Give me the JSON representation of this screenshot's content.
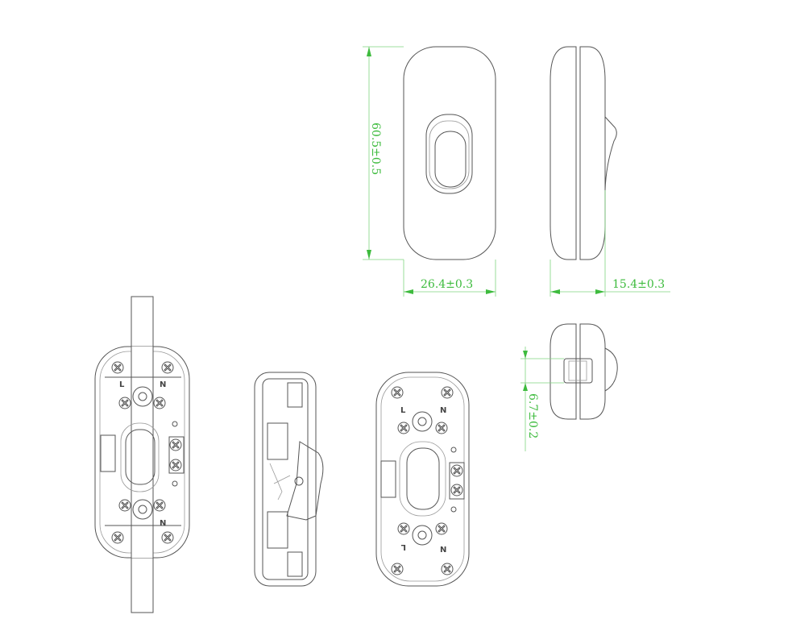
{
  "dimensions": {
    "height": "60.5±0.5",
    "width": "26.4±0.3",
    "depth": "15.4±0.3",
    "toggle": "6.7±0.2"
  },
  "terminal_labels": {
    "left_top_l": "L",
    "left_top_n": "N",
    "left_bottom_n": "N",
    "right_top_l": "L",
    "right_top_n": "N",
    "right_bottom_l": "L",
    "right_bottom_n": "N"
  },
  "colors": {
    "dimension": "#3dbb3d",
    "outline": "#555555"
  }
}
